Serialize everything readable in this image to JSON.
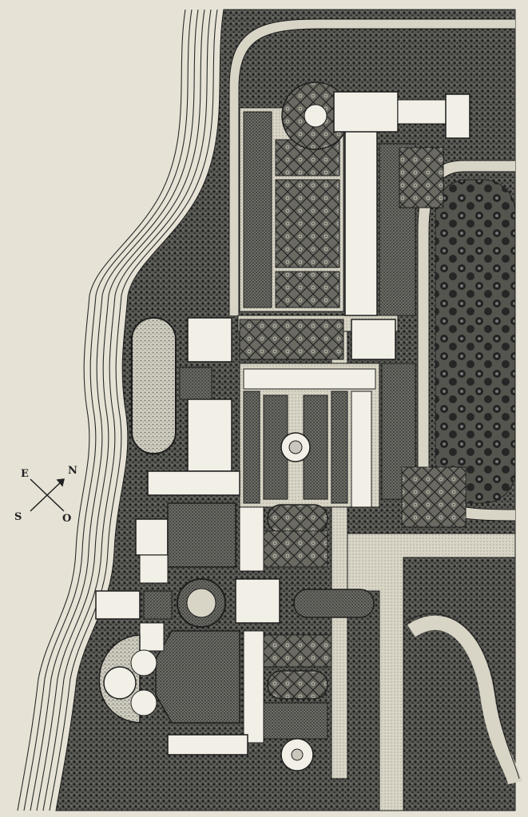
{
  "colors": {
    "paper": "#e6e3d6",
    "ink": "#1e1e1e",
    "hatch_dark": "#2a2a2a",
    "path": "#d8d5c6",
    "building": "#f1efe6",
    "water": "#c9c7bb"
  },
  "compass": {
    "north": "N",
    "east": "E",
    "south": "S",
    "west": "O"
  },
  "icons": [
    "compass-rose-icon"
  ]
}
